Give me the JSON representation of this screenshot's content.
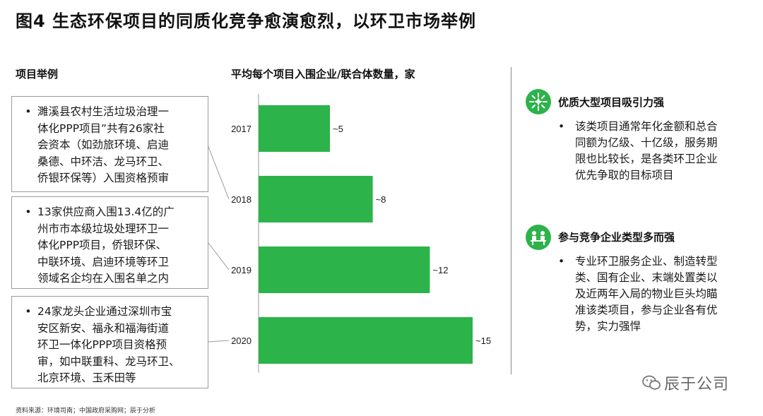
{
  "title": "图4  生态环保项目的同质化竞争愈演愈烈，以环卫市场举例",
  "left_section_label": "项目举例",
  "chart_section_label": "平均每个项目入围企业/联合体数量，家",
  "examples": [
    "濉溪县农村生活垃圾治理一\n体化PPP项目”共有26家社\n会资本（如劲旅环境、启迪\n桑德、中环洁、龙马环卫、\n侨银环保等）入围资格预审",
    "13家供应商入围13.4亿的广\n州市市本级垃圾处理环卫一\n体化PPP项目，侨银环保、\n中联环境、启迪环境等环卫\n领域名企均在入围名单之内",
    "24家龙头企业通过深圳市宝\n安区新安、福永和福海街道\n环卫一体化PPP项目资格预\n审，如中联重科、龙马环卫、\n北京环境、玉禾田等"
  ],
  "features": [
    {
      "icon": "sparkle-icon",
      "title": "优质大型项目吸引力强",
      "body": "该类项目通常年化金额和总合\n同额为亿级、十亿级，服务期\n限也比较长，是各类环卫企业\n优先争取的目标项目"
    },
    {
      "icon": "meeting-icon",
      "title": "参与竞争企业类型多而强",
      "body": "专业环卫服务企业、制造转型\n类、国有企业、末端处置类以\n及近两年入局的物业巨头均瞄\n准该类项目，参与企业各有优\n势，实力强悍"
    }
  ],
  "source": "资料来源：环境司南；中国政府采购网；辰于分析",
  "watermark": "辰于公司",
  "colors": {
    "bar": "#2cb34a",
    "icon": "#2cb34a",
    "divider": "#8a8a8a",
    "box_border": "#9a9a9a"
  },
  "chart_data": {
    "type": "bar",
    "orientation": "horizontal",
    "title": "平均每个项目入围企业/联合体数量，家",
    "categories": [
      "2017",
      "2018",
      "2019",
      "2020"
    ],
    "values": [
      5,
      8,
      12,
      15
    ],
    "data_labels": [
      "~5",
      "~8",
      "~12",
      "~15"
    ],
    "xlim": [
      0,
      16
    ],
    "grid": false,
    "legend": "none"
  }
}
